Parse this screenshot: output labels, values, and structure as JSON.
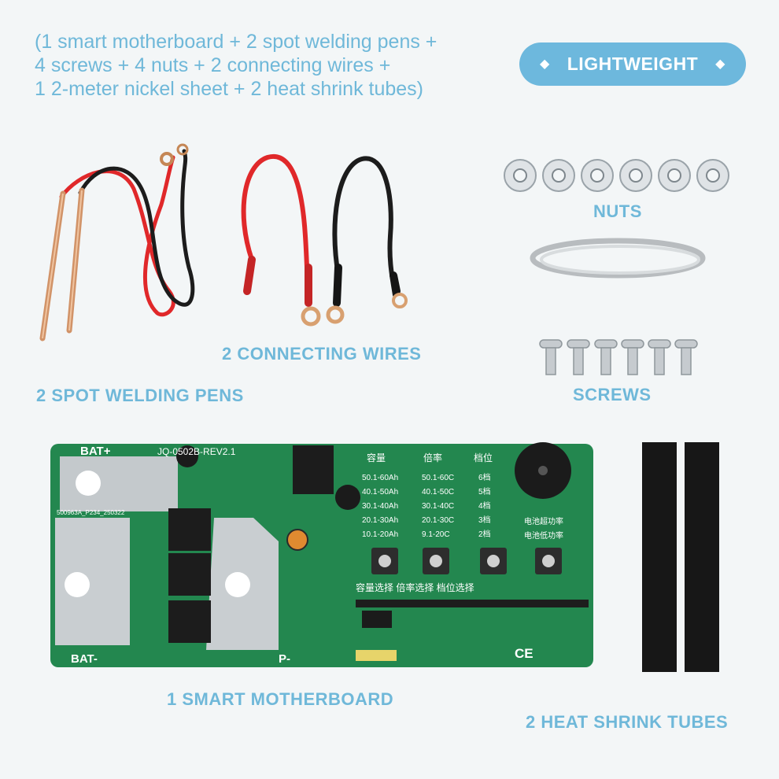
{
  "headline": {
    "lines": [
      "(1 smart motherboard + 2 spot welding pens +",
      "4 screws + 4 nuts + 2 connecting wires +",
      "1 2-meter nickel sheet + 2 heat shrink tubes)"
    ]
  },
  "badge": {
    "label": "LIGHTWEIGHT",
    "icon": "diamond-icon",
    "color": "#6db8dd"
  },
  "items": {
    "pens": "2 SPOT WELDING PENS",
    "wires": "2 CONNECTING WIRES",
    "nuts": "NUTS",
    "screws": "SCREWS",
    "board": "1 SMART MOTHERBOARD",
    "tubes": "2 HEAT SHRINK TUBES"
  },
  "board": {
    "model": "JQ-0502B-REV2.1",
    "bat_plus": "BAT+",
    "bat_minus": "BAT-",
    "p_minus": "P-",
    "serial": "500963A_P234_250322",
    "col_capacity": "容量",
    "col_rate": "倍率",
    "col_gear": "档位",
    "capacity_rows": [
      "50.1-60Ah",
      "40.1-50Ah",
      "30.1-40Ah",
      "20.1-30Ah",
      "10.1-20Ah"
    ],
    "rate_rows": [
      "50.1-60C",
      "40.1-50C",
      "30.1-40C",
      "20.1-30C",
      "9.1-20C"
    ],
    "gear_rows": [
      "6档",
      "5档",
      "4档",
      "3档",
      "2档"
    ],
    "status_1": "电池超功率",
    "status_2": "电池低功率",
    "bottom_text": "容量选择 倍率选择 档位选择",
    "ce_mark": "CE"
  },
  "colors": {
    "accent": "#6fb8d9",
    "pcb": "#23874f",
    "wire_red": "#e0282a",
    "wire_black": "#1c1c1c"
  }
}
